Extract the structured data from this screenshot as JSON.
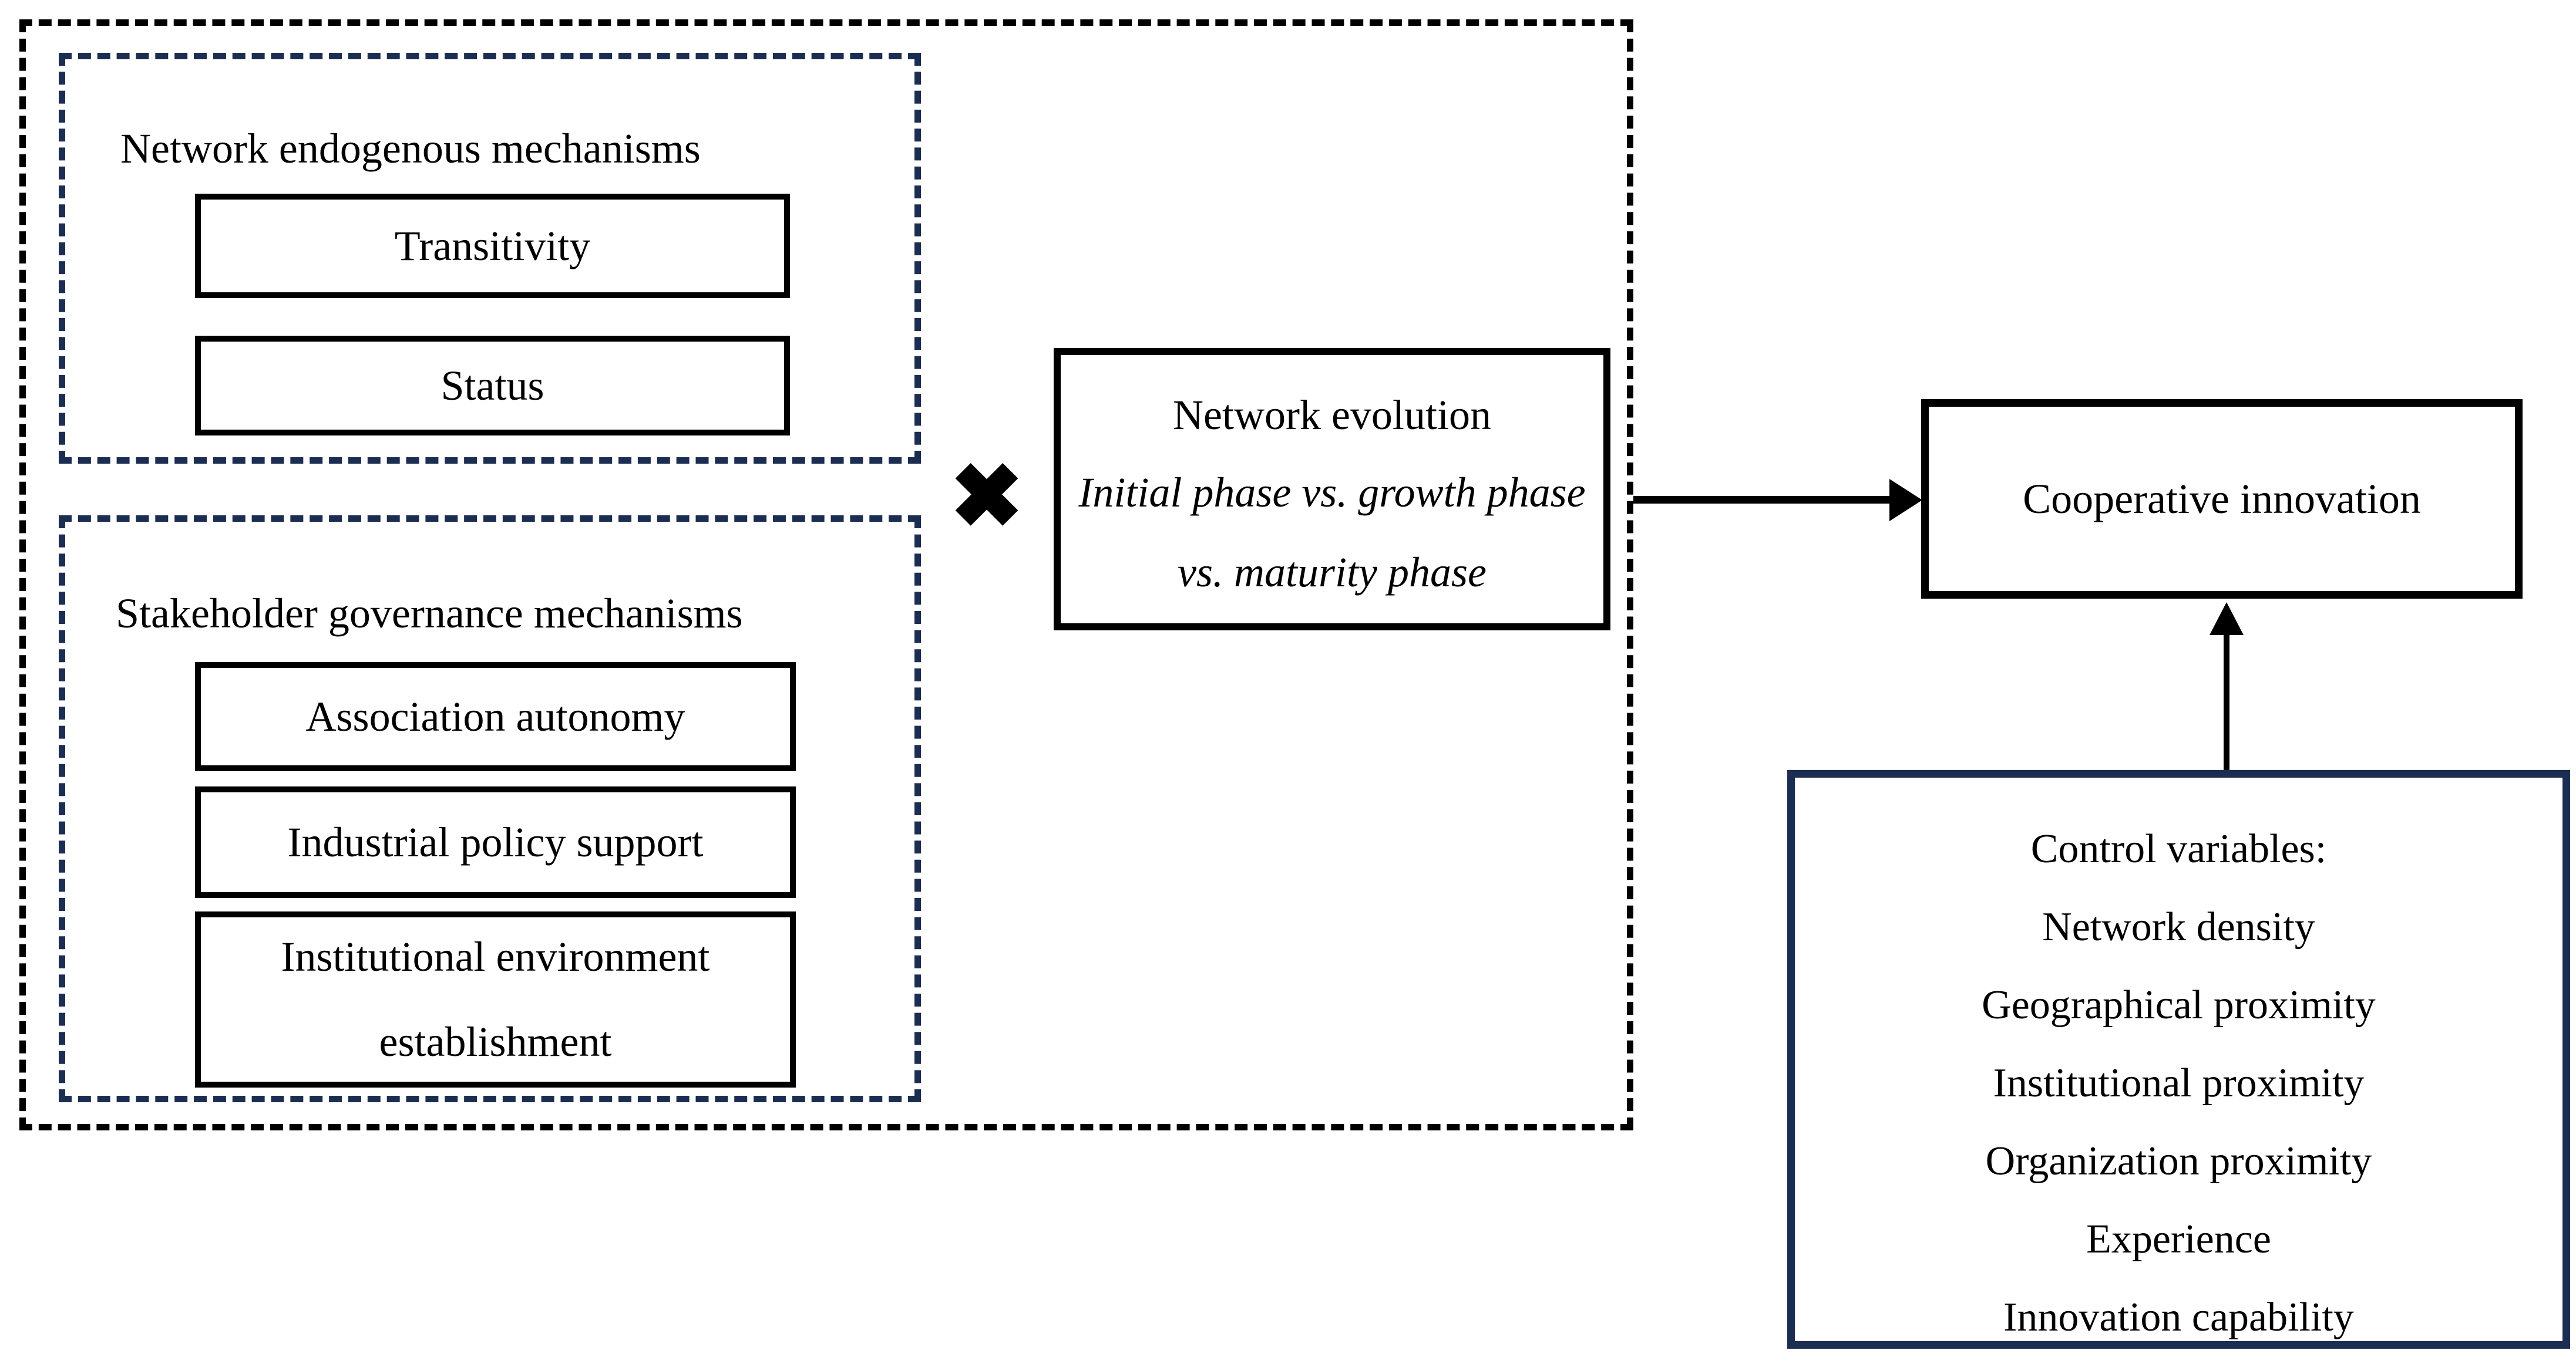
{
  "figure": {
    "colors": {
      "navy": "#1c2d52",
      "black": "#000000"
    },
    "symbols": {
      "interaction": "✖"
    },
    "endogenous": {
      "title": "Network endogenous mechanisms",
      "items": [
        "Transitivity",
        "Status"
      ]
    },
    "governance": {
      "title": "Stakeholder governance mechanisms",
      "items": [
        "Association autonomy",
        "Industrial policy support",
        "Institutional environment establishment"
      ]
    },
    "evolution": {
      "title": "Network evolution",
      "phase_line1": "Initial phase vs. growth phase",
      "phase_line2": "vs. maturity phase"
    },
    "outcome": {
      "label": "Cooperative innovation"
    },
    "controls": {
      "title": "Control variables:",
      "items": [
        "Network density",
        "Geographical proximity",
        "Institutional proximity",
        "Organization proximity",
        "Experience",
        "Innovation capability"
      ]
    }
  }
}
